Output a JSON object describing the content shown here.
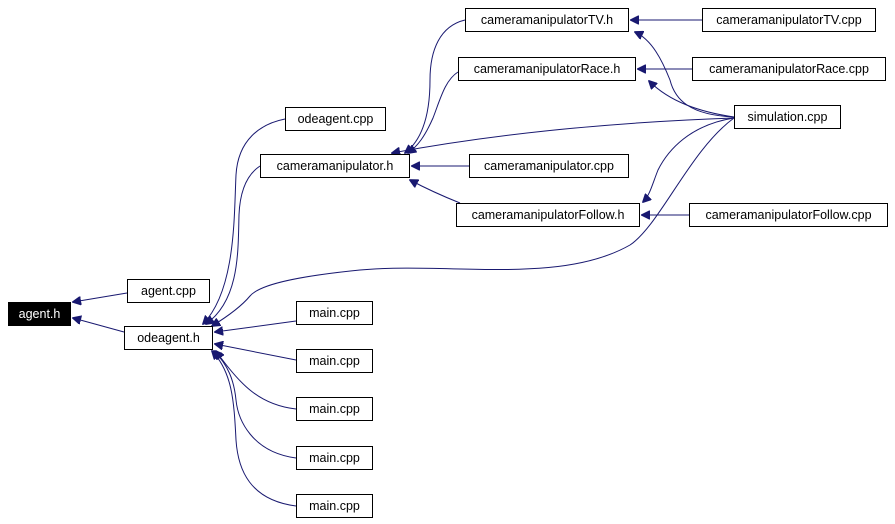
{
  "diagram": {
    "edge_color": "#191970",
    "nodes": {
      "agent_h": "agent.h",
      "agent_cpp": "agent.cpp",
      "odeagent_h": "odeagent.h",
      "odeagent_cpp": "odeagent.cpp",
      "cameramanipulator_h": "cameramanipulator.h",
      "cameramanipulator_tv_h": "cameramanipulatorTV.h",
      "cameramanipulator_race_h": "cameramanipulatorRace.h",
      "cameramanipulator_cpp": "cameramanipulator.cpp",
      "cameramanipulator_follow_h": "cameramanipulatorFollow.h",
      "cameramanipulator_tv_cpp": "cameramanipulatorTV.cpp",
      "cameramanipulator_race_cpp": "cameramanipulatorRace.cpp",
      "simulation_cpp": "simulation.cpp",
      "cameramanipulator_follow_cpp": "cameramanipulatorFollow.cpp",
      "main_cpp_1": "main.cpp",
      "main_cpp_2": "main.cpp",
      "main_cpp_3": "main.cpp",
      "main_cpp_4": "main.cpp",
      "main_cpp_5": "main.cpp"
    },
    "edges": [
      {
        "from": "agent_cpp",
        "to": "agent_h"
      },
      {
        "from": "odeagent_h",
        "to": "agent_h"
      },
      {
        "from": "odeagent_cpp",
        "to": "odeagent_h"
      },
      {
        "from": "cameramanipulator_h",
        "to": "odeagent_h"
      },
      {
        "from": "simulation_cpp",
        "to": "odeagent_h"
      },
      {
        "from": "main_cpp_1",
        "to": "odeagent_h"
      },
      {
        "from": "main_cpp_2",
        "to": "odeagent_h"
      },
      {
        "from": "main_cpp_3",
        "to": "odeagent_h"
      },
      {
        "from": "main_cpp_4",
        "to": "odeagent_h"
      },
      {
        "from": "main_cpp_5",
        "to": "odeagent_h"
      },
      {
        "from": "cameramanipulator_tv_h",
        "to": "cameramanipulator_h"
      },
      {
        "from": "cameramanipulator_race_h",
        "to": "cameramanipulator_h"
      },
      {
        "from": "cameramanipulator_cpp",
        "to": "cameramanipulator_h"
      },
      {
        "from": "cameramanipulator_follow_h",
        "to": "cameramanipulator_h"
      },
      {
        "from": "simulation_cpp",
        "to": "cameramanipulator_h"
      },
      {
        "from": "cameramanipulator_tv_cpp",
        "to": "cameramanipulator_tv_h"
      },
      {
        "from": "simulation_cpp",
        "to": "cameramanipulator_tv_h"
      },
      {
        "from": "cameramanipulator_race_cpp",
        "to": "cameramanipulator_race_h"
      },
      {
        "from": "simulation_cpp",
        "to": "cameramanipulator_race_h"
      },
      {
        "from": "cameramanipulator_follow_cpp",
        "to": "cameramanipulator_follow_h"
      },
      {
        "from": "simulation_cpp",
        "to": "cameramanipulator_follow_h"
      }
    ]
  }
}
